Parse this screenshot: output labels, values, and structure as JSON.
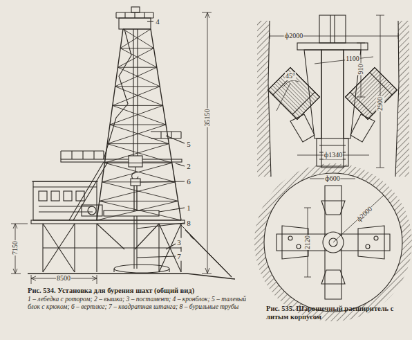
{
  "diagram": {
    "labels": [
      "4",
      "5",
      "2",
      "6",
      "1",
      "8",
      "3",
      "7",
      "35150",
      "7150",
      "8500",
      "Рис. 534. Установка для бурения шахт (общий вид)",
      "1 – лебедка с ротором; 2 – вышка; 3 – постамент; 4 – кронблок; 5 – талевый блок с крюком; 6 – вертлюг; 7 – квадратная штанга; 8 – бурильные трубы",
      "ф2000",
      "1100",
      "910",
      "2900",
      "45°",
      "ф1340",
      "ф600",
      "ф2000",
      "2120",
      "Рис. 535. Шарошечный расширитель с литым корпусом"
    ]
  }
}
